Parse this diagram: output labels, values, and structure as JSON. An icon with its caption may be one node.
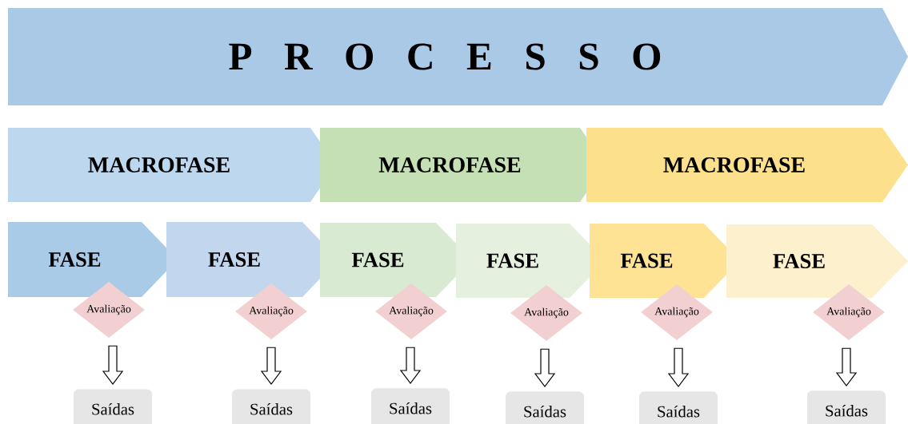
{
  "diagram": {
    "nodes": [
      {
        "text": [
          "P R O C E S S O"
        ]
      },
      {
        "text": [
          "MACROFASE"
        ]
      },
      {
        "text": [
          "MACROFASE"
        ]
      },
      {
        "text": [
          "MACROFASE"
        ]
      },
      {
        "text": [
          "FASE"
        ]
      },
      {
        "text": [
          "FASE"
        ]
      },
      {
        "text": [
          "FASE"
        ]
      },
      {
        "text": [
          "FASE"
        ]
      },
      {
        "text": [
          "FASE"
        ]
      },
      {
        "text": [
          "FASE"
        ]
      },
      {
        "text": [
          "Avaliação"
        ]
      },
      {
        "text": [
          "Avaliação"
        ]
      },
      {
        "text": [
          "Avaliação"
        ]
      },
      {
        "text": [
          "Avaliação"
        ]
      },
      {
        "text": [
          "Avaliação"
        ]
      },
      {
        "text": [
          "Avaliação"
        ]
      },
      {
        "text": [
          "Saídas"
        ]
      },
      {
        "text": [
          "Saídas"
        ]
      },
      {
        "text": [
          "Saídas"
        ]
      },
      {
        "text": [
          "Saídas"
        ]
      },
      {
        "text": [
          "Saídas"
        ]
      },
      {
        "text": [
          "Saídas"
        ]
      }
    ],
    "edges": [
      {
        "from": 10,
        "to": 16,
        "arrow": "to"
      },
      {
        "from": 11,
        "to": 17,
        "arrow": "to"
      },
      {
        "from": 12,
        "to": 18,
        "arrow": "to"
      },
      {
        "from": 13,
        "to": 19,
        "arrow": "to"
      },
      {
        "from": 14,
        "to": 20,
        "arrow": "to"
      },
      {
        "from": 15,
        "to": 21,
        "arrow": "to"
      }
    ]
  }
}
